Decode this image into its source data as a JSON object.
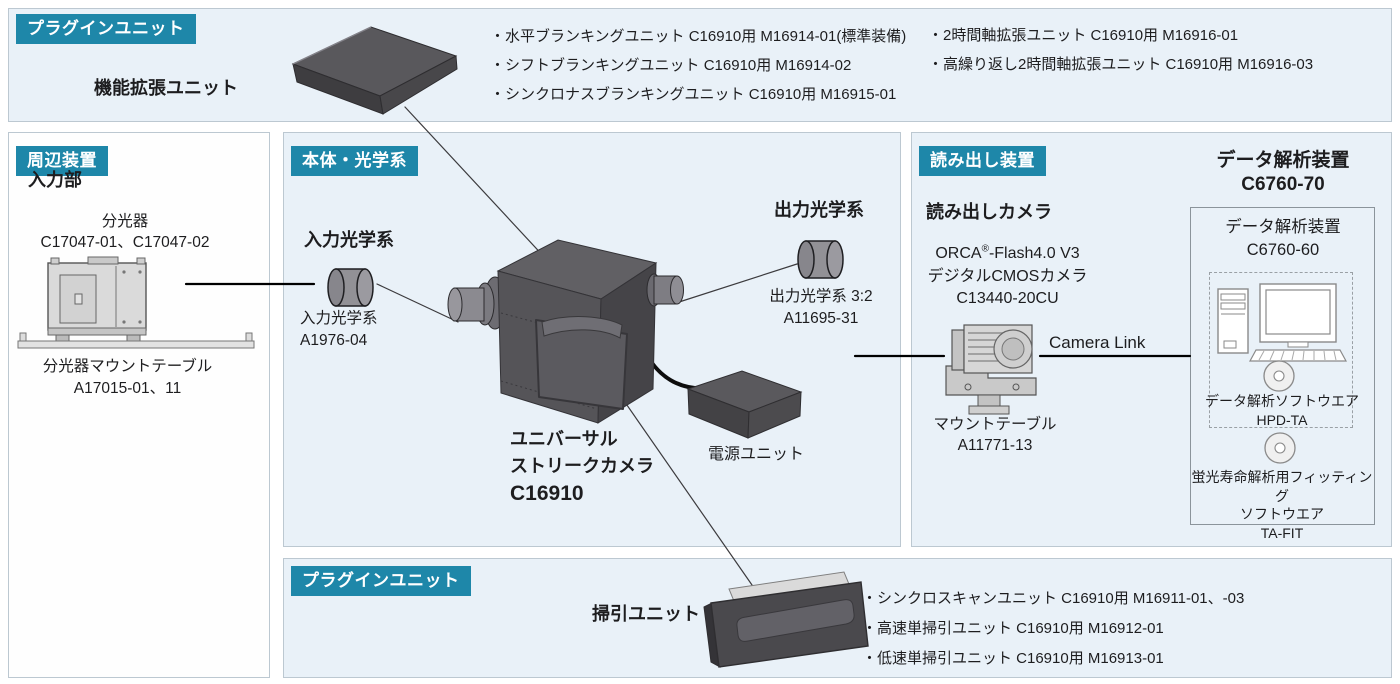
{
  "colors": {
    "accent": "#1e87a9",
    "panel_bg": "#e9f1f8",
    "panel_border": "#bcc8d1",
    "text": "#1d1d1f",
    "line": "#000000"
  },
  "panels": {
    "plugin_top": {
      "tag": "プラグインユニット",
      "unit_label": "機能拡張ユニット",
      "items_col1": [
        "・水平ブランキングユニット C16910用  M16914-01(標準装備)",
        "・シフトブランキングユニット C16910用  M16914-02",
        "・シンクロナスブランキングユニット C16910用  M16915-01"
      ],
      "items_col2": [
        "・2時間軸拡張ユニット C16910用  M16916-01",
        "・高繰り返し2時間軸拡張ユニット C16910用  M16916-03"
      ]
    },
    "peripheral": {
      "tag": "周辺装置",
      "section_title": "入力部",
      "spectrometer_name": "分光器",
      "spectrometer_models": "C17047-01、C17047-02",
      "mount_table_name": "分光器マウントテーブル",
      "mount_table_models": "A17015-01、11"
    },
    "main_optics": {
      "tag": "本体・光学系",
      "input_optics_title": "入力光学系",
      "input_optics_name": "入力光学系",
      "input_optics_model": "A1976-04",
      "camera_name_line1": "ユニバーサル",
      "camera_name_line2": "ストリークカメラ",
      "camera_model": "C16910",
      "output_optics_title": "出力光学系",
      "output_optics_name": "出力光学系 3:2",
      "output_optics_model": "A11695-31",
      "power_unit_label": "電源ユニット"
    },
    "readout": {
      "tag": "読み出し装置",
      "camera_title": "読み出しカメラ",
      "camera_name_prefix": "ORCA",
      "camera_name_reg": "®",
      "camera_name_suffix": "-Flash4.0 V3",
      "camera_line2": "デジタルCMOSカメラ",
      "camera_model": "C13440-20CU",
      "link_label": "Camera Link",
      "mount_table_name": "マウントテーブル",
      "mount_table_model": "A11771-13"
    },
    "analysis": {
      "title": "データ解析装置",
      "title_model": "C6760-70",
      "inner_title": "データ解析装置",
      "inner_model": "C6760-60",
      "software1_name": "データ解析ソフトウエア",
      "software1_model": "HPD-TA",
      "software2_line1": "蛍光寿命解析用フィッティング",
      "software2_line2": "ソフトウエア",
      "software2_model": "TA-FIT"
    },
    "plugin_bottom": {
      "tag": "プラグインユニット",
      "unit_label": "掃引ユニット",
      "items": [
        "・シンクロスキャンユニット C16910用 M16911-01、-03",
        "・高速単掃引ユニット C16910用  M16912-01",
        "・低速単掃引ユニット C16910用  M16913-01"
      ]
    }
  }
}
